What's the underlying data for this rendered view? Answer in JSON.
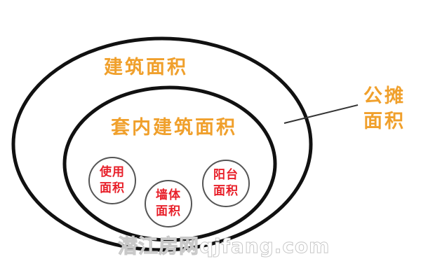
{
  "labels": {
    "building_area": "建筑面积",
    "inner_area": "套内建筑面积",
    "shared_area_line1": "公摊",
    "shared_area_line2": "面积",
    "use_area_line1": "使用",
    "use_area_line2": "面积",
    "wall_area_line1": "墙体",
    "wall_area_line2": "面积",
    "balcony_area_line1": "阳台",
    "balcony_area_line2": "面积"
  },
  "watermark": "潜江房网qjfang.com",
  "colors": {
    "outer_label": "#f0a02c",
    "inner_label": "#e8202a",
    "stroke": "#111111"
  }
}
